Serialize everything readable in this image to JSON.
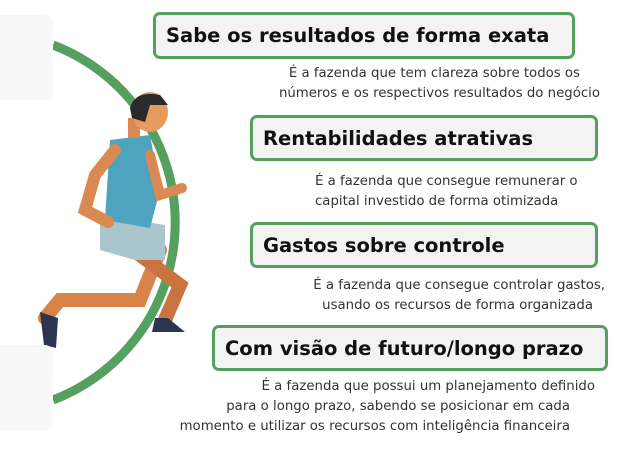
{
  "items": [
    {
      "title": "Sabe os resultados de forma exata",
      "lines": [
        "É a fazenda que tem clareza sobre todos os",
        "números e os respectivos resultados do negócio"
      ]
    },
    {
      "title": "Rentabilidades atrativas",
      "lines": [
        "É a fazenda que consegue remunerar o",
        "capital investido de forma otimizada"
      ]
    },
    {
      "title": "Gastos sobre controle",
      "lines": [
        "É a fazenda que consegue controlar gastos,",
        "usando os recursos de forma organizada"
      ]
    },
    {
      "title": "Com visão de futuro/longo prazo",
      "lines": [
        "É a fazenda que possui um planejamento definido",
        "para o longo prazo, sabendo se posicionar em cada",
        "momento e utilizar os recursos com inteligência financeira"
      ]
    }
  ],
  "colors": {
    "accent": "#55a05e"
  }
}
